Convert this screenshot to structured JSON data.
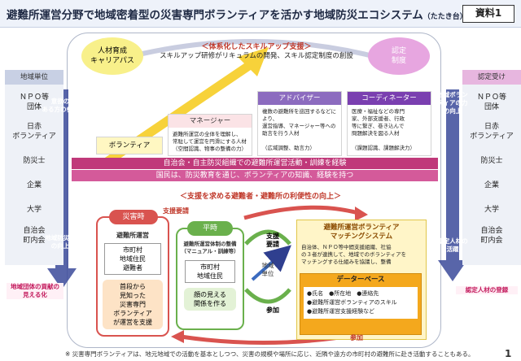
{
  "title": {
    "main": "避難所運営分野で地域密着型の災害専門ボランティアを活かす地域防災エコシステム",
    "sub": "（たたき台）"
  },
  "doc_label": "資料1",
  "left_panel": {
    "header": "地域単位",
    "items": [
      "ＮＰＯ等\n団体",
      "日赤\nボランティア",
      "防災士",
      "企業",
      "大学",
      "自治会\n町内会"
    ],
    "arrow_top_label": "意欲の\nある方の参画",
    "arrow_bottom_label": "地域防災力\nの向上",
    "bottom_note": "地域団体の貢献の\n見える化"
  },
  "right_panel": {
    "header": "認定受け",
    "items": [
      "ＮＰＯ等\n団体",
      "日赤\nボランティア",
      "防災士",
      "企業",
      "大学",
      "自治会\n町内会"
    ],
    "arrow_top_label": "地域ボラン\nティアの力\nの向上",
    "arrow_bottom_label": "認定人材の\n活躍",
    "bottom_note": "認定人材の登録"
  },
  "top_section": {
    "left_circle": "人材育成\nキャリアパス",
    "right_circle": "認定\n制度",
    "bubble_title": "＜体系化したスキルアップ支援＞",
    "bubble_text": "スキルアップ研修がリキュラムの開発、スキル認定制度の創設",
    "level_volunteer": "ボランティア",
    "manager": {
      "title": "マネージャー",
      "body": "避難所運営の全体を理解し、\n常駐して運営を円滑にする人材\n（空間認識、物事の整備の力）"
    },
    "adviser": {
      "title": "アドバイザー",
      "body": "複数の避難所を巡回するなどにより、\n運営指導、マネージャー等への\n助言を行う人材\n\n（広域調整、助言力）"
    },
    "coordinator": {
      "title": "コーディネーター",
      "body": "医療・福祉などの専門\n家、外部支援者、行政\n等に繋ぎ、巻き込んで\n問題解決を図る人材\n\n（課題認識、課題解決力）"
    },
    "band1": "自治会・自主防災組織での避難所運営活動・訓練を経験",
    "band2": "国民は、防災教育を通じ、ボランティアの知識、経験を持つ"
  },
  "bottom_section": {
    "banner": "＜支援を求める避難者・避難所の利便性の向上＞",
    "support_request_top": "支援要請",
    "disaster": {
      "badge": "災害時",
      "heading": "避難所運営",
      "group": "市町村\n地域住民\n避難者",
      "need": "首段から\n見知った\n災害専門\nボランティア\nが運営を支援"
    },
    "normal": {
      "badge": "平時",
      "heading": "避難所運営体制の整備\n（マニュアル・訓練等）",
      "group": "市町村\n地域住民",
      "relation": "顔の見える\n関係を作る"
    },
    "cycle": {
      "request": "支援\n要請",
      "center": "地域\n単位",
      "participate": "参加"
    },
    "matching": {
      "title": "避難所運営ボランティア\nマッチングシステム",
      "body": "自治体、ＮＰＯ等中間支援組織、社協\nの３者が連携して、地域でのボランティアを\nマッチングする仕組みを協議し、整備"
    },
    "database": {
      "title": "データーベース",
      "items": [
        "●氏名　●所在地　●連絡先",
        "●避難所運営ボランティアのスキル",
        "●避難所運営支援経験など"
      ]
    },
    "participate_bottom": "参加"
  },
  "footer": "※ 災害専門ボランティアは、地元地域での活動を基本としつつ、災害の規模や場所に応じ、近隣や遠方の市町村の避難所に赴き活動することもある。",
  "page_number": "1"
}
